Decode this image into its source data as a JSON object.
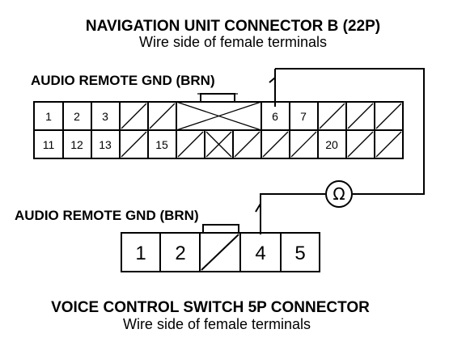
{
  "connector_b": {
    "title": "NAVIGATION UNIT CONNECTOR B (22P)",
    "subtitle": "Wire side of female terminals",
    "wire_label": "AUDIO REMOTE GND (BRN)",
    "pins": {
      "p1": "1",
      "p2": "2",
      "p3": "3",
      "p6": "6",
      "p7": "7",
      "p11": "11",
      "p12": "12",
      "p13": "13",
      "p15": "15",
      "p20": "20"
    }
  },
  "meter": {
    "symbol": "Ω"
  },
  "switch_connector": {
    "wire_label": "AUDIO REMOTE GND (BRN)",
    "pins": {
      "p1": "1",
      "p2": "2",
      "p4": "4",
      "p5": "5"
    },
    "title": "VOICE CONTROL SWITCH 5P CONNECTOR",
    "subtitle": "Wire side of female terminals"
  }
}
